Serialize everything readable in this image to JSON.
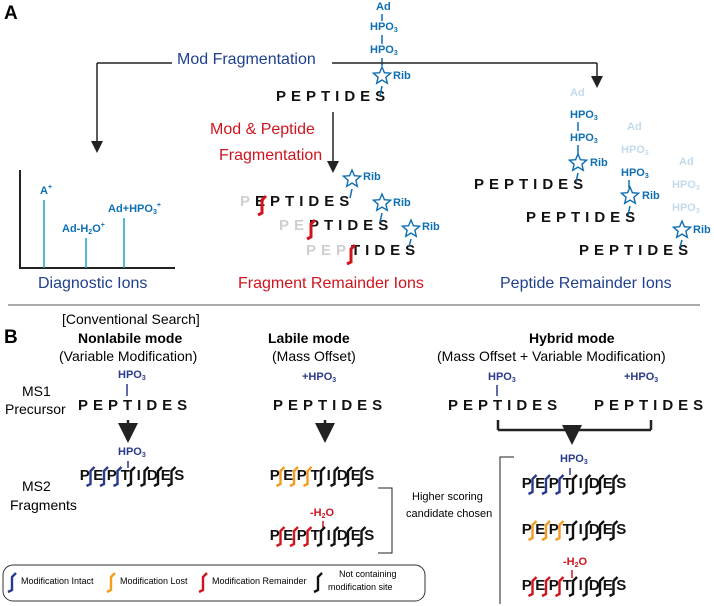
{
  "panel_a": {
    "label": "A",
    "mod_fragmentation": "Mod Fragmentation",
    "mod_peptide_line1": "Mod & Peptide",
    "mod_peptide_line2": "Fragmentation",
    "diagnostic_ions": "Diagnostic Ions",
    "fragment_remainder_ions": "Fragment Remainder Ions",
    "peptide_remainder_ions": "Peptide Remainder Ions",
    "peptide": "PEPTIDES",
    "ad": "Ad",
    "hpo3": "HPO",
    "hpo3_sub": "3",
    "rib": "Rib",
    "peak_a": "A",
    "peak_a_sup": "+",
    "peak_ad_h2o_main": "Ad-H",
    "peak_ad_h2o_sub": "2",
    "peak_ad_h2o_rest": "O",
    "peak_ad_h2o_sup": "+",
    "peak_ad_hpo3_main": "Ad+HPO",
    "peak_ad_hpo3_sub": "3",
    "peak_ad_hpo3_sup": "+",
    "frag_rows": [
      {
        "ghost": "P",
        "solid": "EPTIDES"
      },
      {
        "ghost": "PE",
        "solid": "PTIDES"
      },
      {
        "ghost": "PEP",
        "solid": "TIDES"
      }
    ]
  },
  "panel_b": {
    "label": "B",
    "conventional": "[Conventional Search]",
    "nonlabile_title": "Nonlabile mode",
    "nonlabile_sub": "(Variable Modification)",
    "labile_title": "Labile mode",
    "labile_sub": "(Mass Offset)",
    "hybrid_title": "Hybrid mode",
    "hybrid_sub": "(Mass Offset + Variable Modification)",
    "ms1_line1": "MS1",
    "ms1_line2": "Precursor",
    "ms2_line1": "MS2",
    "ms2_line2": "Fragments",
    "plus_hpo3": "+HPO",
    "hpo3": "HPO",
    "hpo3_sub": "3",
    "peptide": "PEPTIDES",
    "minus_h2o_main": "-H",
    "minus_h2o_sub": "2",
    "minus_h2o_rest": "O",
    "higher_line1": "Higher scoring",
    "higher_line2": "candidate chosen"
  },
  "legend": [
    {
      "label": "Modification Intact",
      "color": "#2a3a8c"
    },
    {
      "label": "Modification Lost",
      "color": "#f39c1f"
    },
    {
      "label": "Modification Remainder",
      "color": "#d0141e"
    },
    {
      "label": "Not containing",
      "label2": "modification site",
      "color": "#111111"
    }
  ],
  "colors": {
    "blue_text": "#1f3f8f",
    "mod_blue": "#0e6fb3",
    "red": "#d0141e",
    "intact": "#2a3a8c",
    "lost": "#f39c1f",
    "remainder": "#d0141e",
    "plain": "#111111"
  }
}
